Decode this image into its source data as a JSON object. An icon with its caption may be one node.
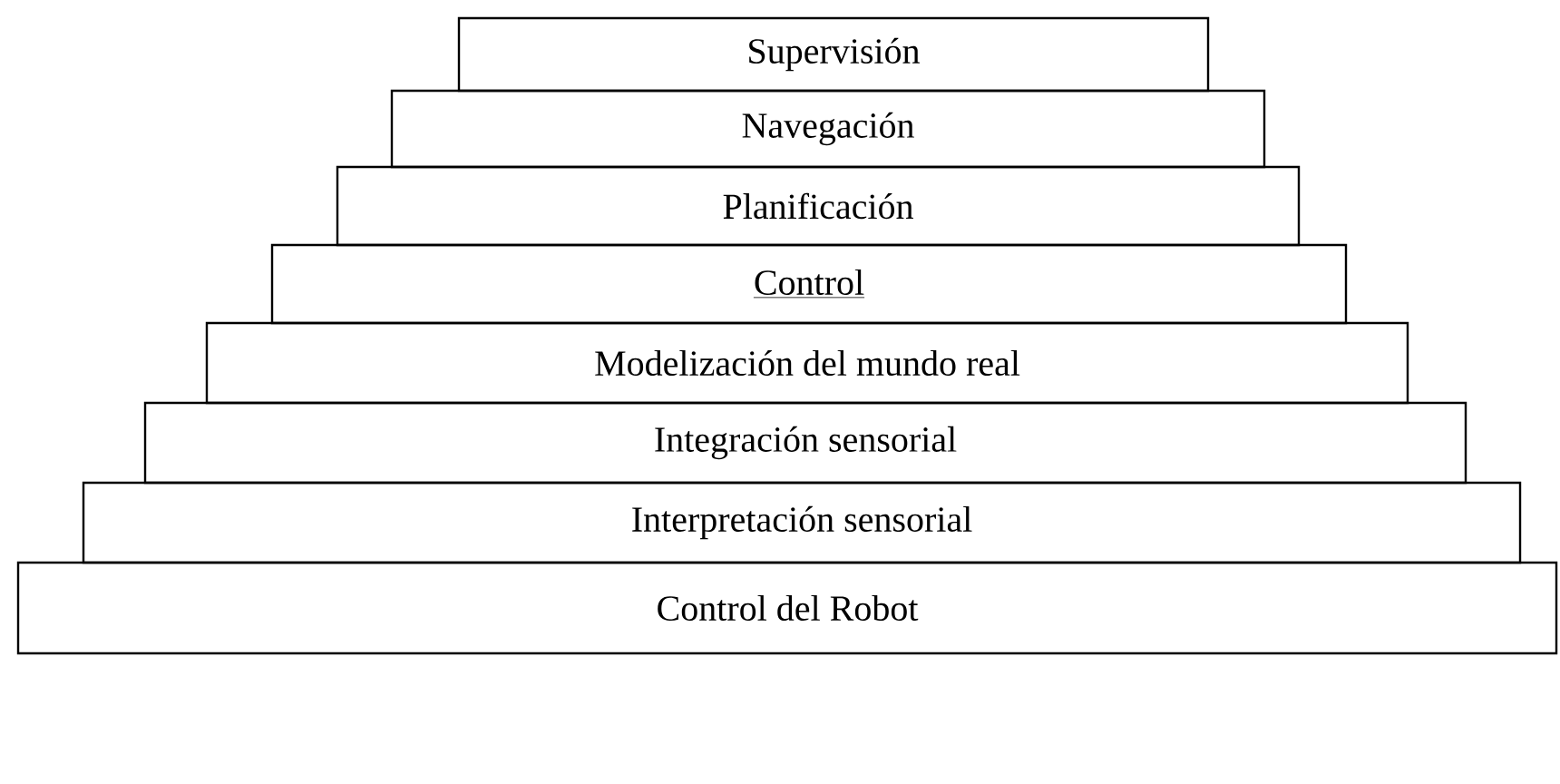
{
  "diagram": {
    "nodes": [
      {
        "text": [
          "Supervisión"
        ]
      },
      {
        "text": [
          "Navegación"
        ]
      },
      {
        "text": [
          "Planificación"
        ]
      },
      {
        "text": [
          "Control"
        ]
      },
      {
        "text": [
          "Modelización del mundo real"
        ]
      },
      {
        "text": [
          "Integración sensorial"
        ]
      },
      {
        "text": [
          "Interpretación sensorial"
        ]
      },
      {
        "text": [
          "Control del Robot"
        ]
      }
    ]
  }
}
